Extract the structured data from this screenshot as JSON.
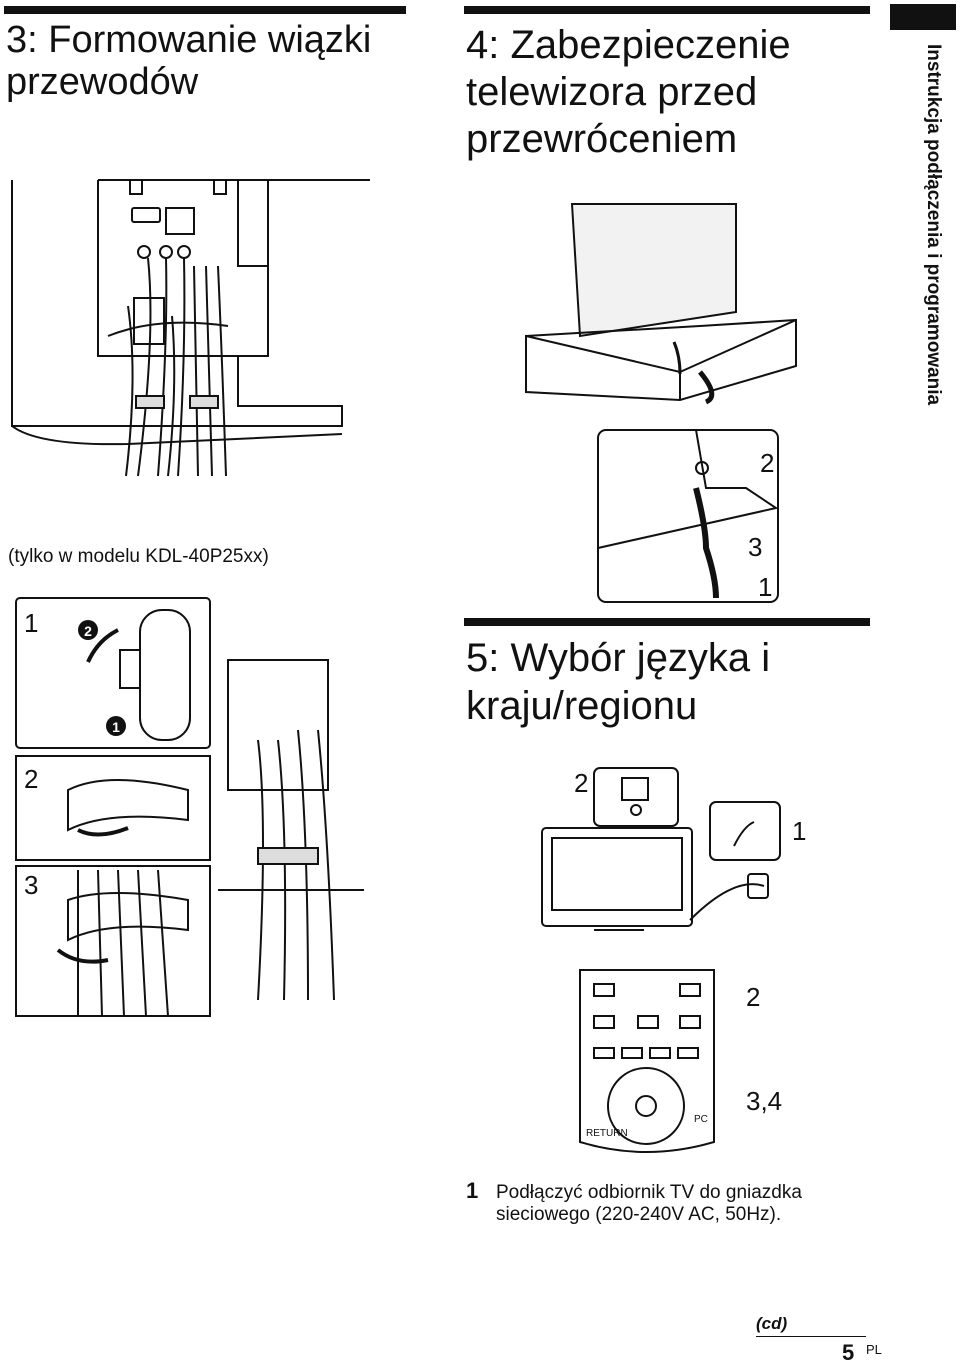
{
  "section3": {
    "title": "3: Formowanie wiązki przewodów",
    "note": "(tylko w modelu KDL-40P25xx)"
  },
  "section4": {
    "title": "4: Zabezpieczenie telewizora przed przewróceniem",
    "labels": {
      "two": "2",
      "three": "3",
      "one": "1"
    }
  },
  "section5": {
    "title": "5: Wybór języka i kraju/regionu",
    "labels": {
      "two": "2",
      "one": "1"
    },
    "remote_labels": {
      "two": "2",
      "three_four": "3,4"
    },
    "remote_text": {
      "return": "RETURN",
      "pc": "PC"
    }
  },
  "panel_labels": {
    "one": "1",
    "two": "2",
    "three": "3",
    "circle2": "2",
    "circle1": "1"
  },
  "sidebar": {
    "text": "Instrukcja podłączenia i programowania"
  },
  "step1": {
    "number": "1",
    "text": "Podłączyć odbiornik TV do gniazdka sieciowego (220-240V AC, 50Hz)."
  },
  "footer": {
    "cd": "(cd)",
    "page": "5",
    "lang": "PL"
  }
}
